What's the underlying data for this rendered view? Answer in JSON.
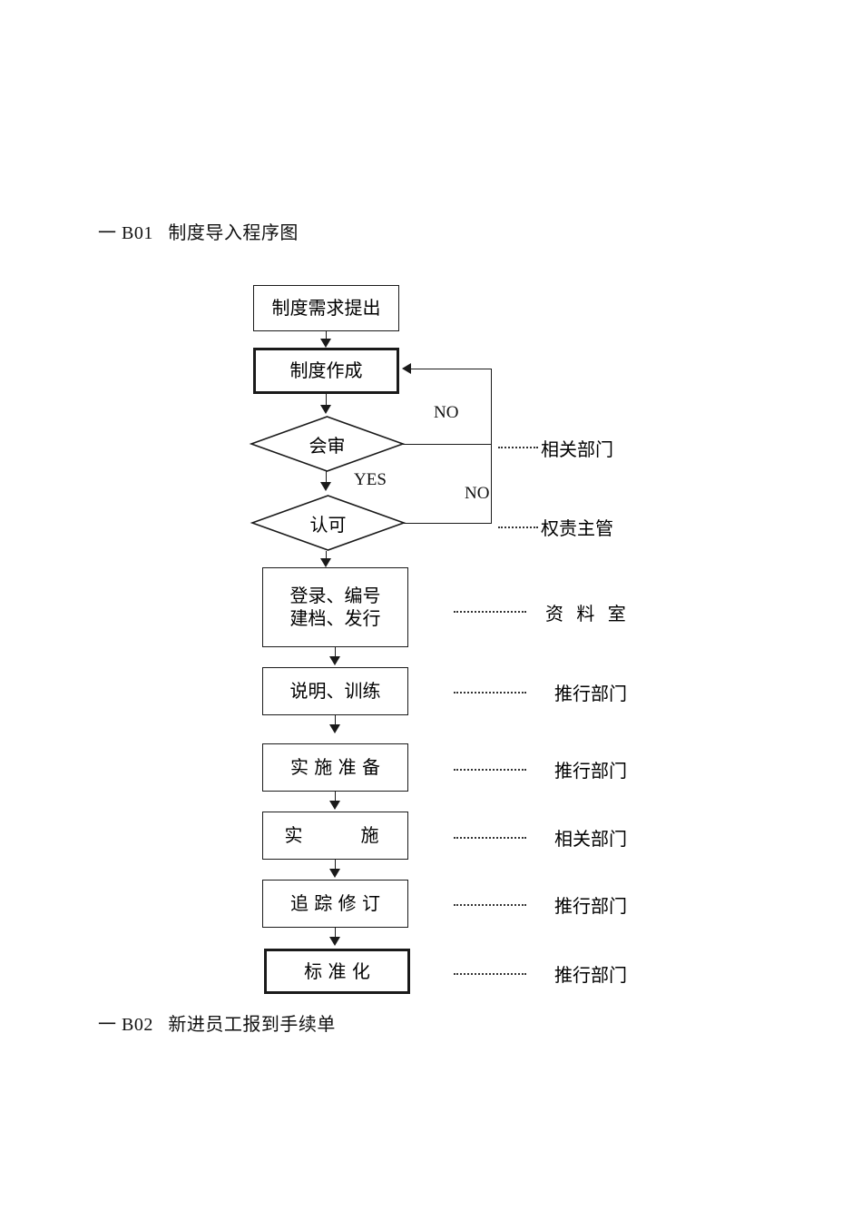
{
  "document": {
    "headings": [
      {
        "id": "b01",
        "text": "一 B01   制度导入程序图"
      },
      {
        "id": "b02",
        "text": "一 B02   新进员工报到手续单"
      }
    ]
  },
  "flowchart": {
    "title": "制度导入程序图",
    "nodes": [
      {
        "id": "n1",
        "type": "process",
        "text": "制度需求提出"
      },
      {
        "id": "n2",
        "type": "process",
        "text": "制度作成",
        "emphasis": "thick"
      },
      {
        "id": "d1",
        "type": "decision",
        "text": "会审"
      },
      {
        "id": "d2",
        "type": "decision",
        "text": "认可"
      },
      {
        "id": "n3",
        "type": "process",
        "line1": "登录、编号",
        "line2": "建档、发行"
      },
      {
        "id": "n4",
        "type": "process",
        "text": "说明、训练"
      },
      {
        "id": "n5",
        "type": "process",
        "text": "实 施 准 备"
      },
      {
        "id": "n6",
        "type": "process",
        "text": "实　　施"
      },
      {
        "id": "n7",
        "type": "process",
        "text": "追 踪 修 订"
      },
      {
        "id": "n8",
        "type": "process",
        "text": "标 准 化",
        "emphasis": "thick"
      }
    ],
    "branch_labels": {
      "no_upper": "NO",
      "yes": "YES",
      "no_lower": "NO"
    },
    "owners": [
      {
        "id": "o1",
        "for": "d1",
        "label": "相关部门"
      },
      {
        "id": "o2",
        "for": "d2",
        "label": "权责主管"
      },
      {
        "id": "o3",
        "for": "n3",
        "label": "资 料 室"
      },
      {
        "id": "o4",
        "for": "n4",
        "label": "推行部门"
      },
      {
        "id": "o5",
        "for": "n5",
        "label": "推行部门"
      },
      {
        "id": "o6",
        "for": "n6",
        "label": "相关部门"
      },
      {
        "id": "o7",
        "for": "n7",
        "label": "推行部门"
      },
      {
        "id": "o8",
        "for": "n8",
        "label": "推行部门"
      }
    ]
  },
  "colors": {
    "page_background": "#ffffff",
    "ink": "#000000",
    "line": "#1a1a1a",
    "leader": "#333333"
  }
}
